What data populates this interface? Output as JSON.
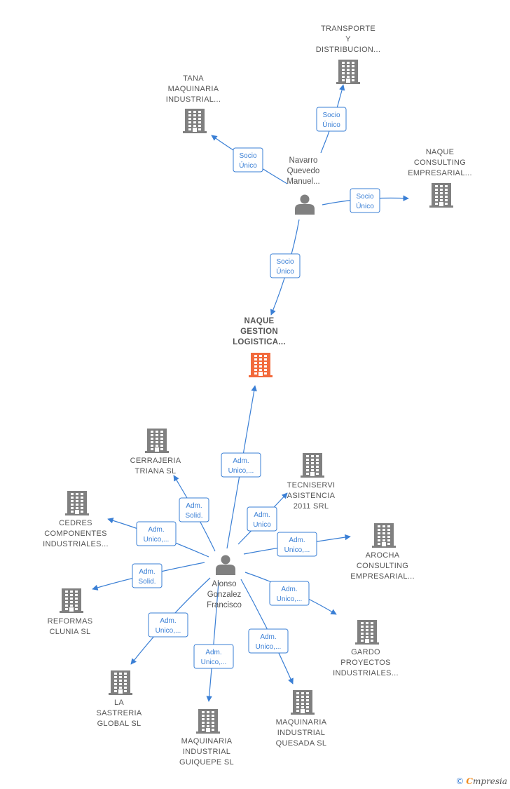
{
  "colors": {
    "edge": "#3a7fd5",
    "company": "#808080",
    "focus": "#f26a3c",
    "person": "#808080"
  },
  "nodes": [
    {
      "id": "naque_gestion",
      "type": "company",
      "focus": true,
      "lines": [
        "NAQUE",
        "GESTION",
        "LOGISTICA..."
      ]
    },
    {
      "id": "navarro",
      "type": "person",
      "lines": [
        "Navarro",
        "Quevedo",
        "Manuel..."
      ]
    },
    {
      "id": "alonso",
      "type": "person",
      "lines": [
        "Alonso",
        "Gonzalez",
        "Francisco"
      ]
    },
    {
      "id": "transporte",
      "type": "company",
      "lines": [
        "TRANSPORTE",
        "Y",
        "DISTRIBUCION..."
      ]
    },
    {
      "id": "tana",
      "type": "company",
      "lines": [
        "TANA",
        "MAQUINARIA",
        "INDUSTRIAL..."
      ]
    },
    {
      "id": "naque_consulting",
      "type": "company",
      "lines": [
        "NAQUE",
        "CONSULTING",
        "EMPRESARIAL..."
      ]
    },
    {
      "id": "cerrajeria",
      "type": "company",
      "lines": [
        "CERRAJERIA",
        "TRIANA SL"
      ]
    },
    {
      "id": "tecniservi",
      "type": "company",
      "lines": [
        "TECNISERVI",
        "ASISTENCIA",
        "2011 SRL"
      ]
    },
    {
      "id": "cedres",
      "type": "company",
      "lines": [
        "CEDRES",
        "COMPONENTES",
        "INDUSTRIALES..."
      ]
    },
    {
      "id": "arocha",
      "type": "company",
      "lines": [
        "AROCHA",
        "CONSULTING",
        "EMPRESARIAL..."
      ]
    },
    {
      "id": "reformas",
      "type": "company",
      "lines": [
        "REFORMAS",
        "CLUNIA SL"
      ]
    },
    {
      "id": "gardo",
      "type": "company",
      "lines": [
        "GARDO",
        "PROYECTOS",
        "INDUSTRIALES..."
      ]
    },
    {
      "id": "sastreria",
      "type": "company",
      "lines": [
        "LA",
        "SASTRERIA",
        "GLOBAL  SL"
      ]
    },
    {
      "id": "guiquepe",
      "type": "company",
      "lines": [
        "MAQUINARIA",
        "INDUSTRIAL",
        "GUIQUEPE  SL"
      ]
    },
    {
      "id": "quesada",
      "type": "company",
      "lines": [
        "MAQUINARIA",
        "INDUSTRIAL",
        "QUESADA  SL"
      ]
    }
  ],
  "edges": [
    {
      "from": "navarro",
      "to": "transporte",
      "lines": [
        "Socio",
        "Único"
      ]
    },
    {
      "from": "navarro",
      "to": "tana",
      "lines": [
        "Socio",
        "Único"
      ]
    },
    {
      "from": "navarro",
      "to": "naque_consulting",
      "lines": [
        "Socio",
        "Único"
      ]
    },
    {
      "from": "navarro",
      "to": "naque_gestion",
      "lines": [
        "Socio",
        "Único"
      ]
    },
    {
      "from": "alonso",
      "to": "naque_gestion",
      "lines": [
        "Adm.",
        "Unico,..."
      ]
    },
    {
      "from": "alonso",
      "to": "cerrajeria",
      "lines": [
        "Adm.",
        "Solid."
      ]
    },
    {
      "from": "alonso",
      "to": "tecniservi",
      "lines": [
        "Adm.",
        "Unico"
      ]
    },
    {
      "from": "alonso",
      "to": "cedres",
      "lines": [
        "Adm.",
        "Unico,..."
      ]
    },
    {
      "from": "alonso",
      "to": "arocha",
      "lines": [
        "Adm.",
        "Unico,..."
      ]
    },
    {
      "from": "alonso",
      "to": "reformas",
      "lines": [
        "Adm.",
        "Solid."
      ]
    },
    {
      "from": "alonso",
      "to": "gardo",
      "lines": [
        "Adm.",
        "Unico,..."
      ]
    },
    {
      "from": "alonso",
      "to": "sastreria",
      "lines": [
        "Adm.",
        "Unico,..."
      ]
    },
    {
      "from": "alonso",
      "to": "guiquepe",
      "lines": [
        "Adm.",
        "Unico,..."
      ]
    },
    {
      "from": "alonso",
      "to": "quesada",
      "lines": [
        "Adm.",
        "Unico,..."
      ]
    }
  ],
  "footer": {
    "copyright": "©",
    "brand_initial": "C",
    "brand_rest": "mpresia"
  }
}
